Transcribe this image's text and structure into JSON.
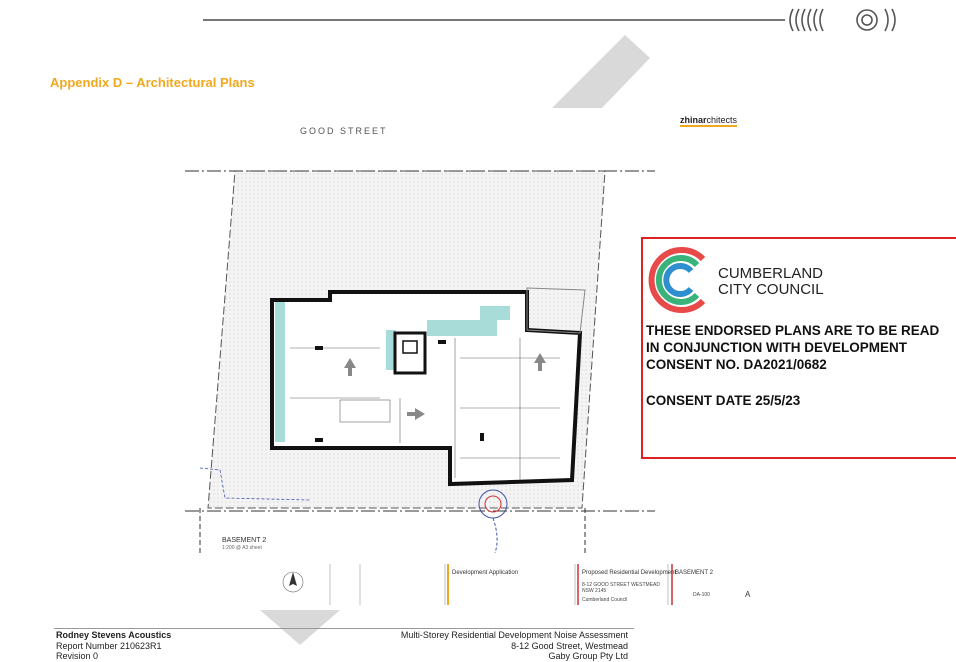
{
  "section_title": "Appendix D – Architectural Plans",
  "plan": {
    "street_label": "GOOD  STREET",
    "firm_logo": {
      "bold": "zhinar",
      "rest": "chitects"
    },
    "basement_label": "BASEMENT 2",
    "basement_sub": "1:200 @ A3 sheet",
    "titleblock": {
      "project_label": "Development Application",
      "project_title": "Proposed Residential Development",
      "sheet_title": "BASEMENT 2",
      "address": "8-12 GOOD STREET WESTMEAD NSW 2145",
      "council": "Cumberland Council",
      "drawing_no": "DA-100",
      "revision": "A"
    }
  },
  "stamp": {
    "council_line1": "CUMBERLAND",
    "council_line2": "CITY COUNCIL",
    "line1": "THESE ENDORSED PLANS ARE TO BE READ",
    "line2": "IN CONJUNCTION WITH DEVELOPMENT",
    "line3": "CONSENT NO. DA2021/0682",
    "date": "CONSENT DATE 25/5/23"
  },
  "footer": {
    "company": "Rodney Stevens Acoustics",
    "report": "Report Number 210623R1",
    "revision": "Revision 0",
    "doc_title": "Multi-Storey Residential Development Noise Assessment",
    "address": "8-12 Good Street, Westmead",
    "client": "Gaby Group Pty Ltd"
  },
  "colors": {
    "accent": "#f0a81e",
    "stamp_border": "#dd2222",
    "pool": "#a8dcd9"
  }
}
